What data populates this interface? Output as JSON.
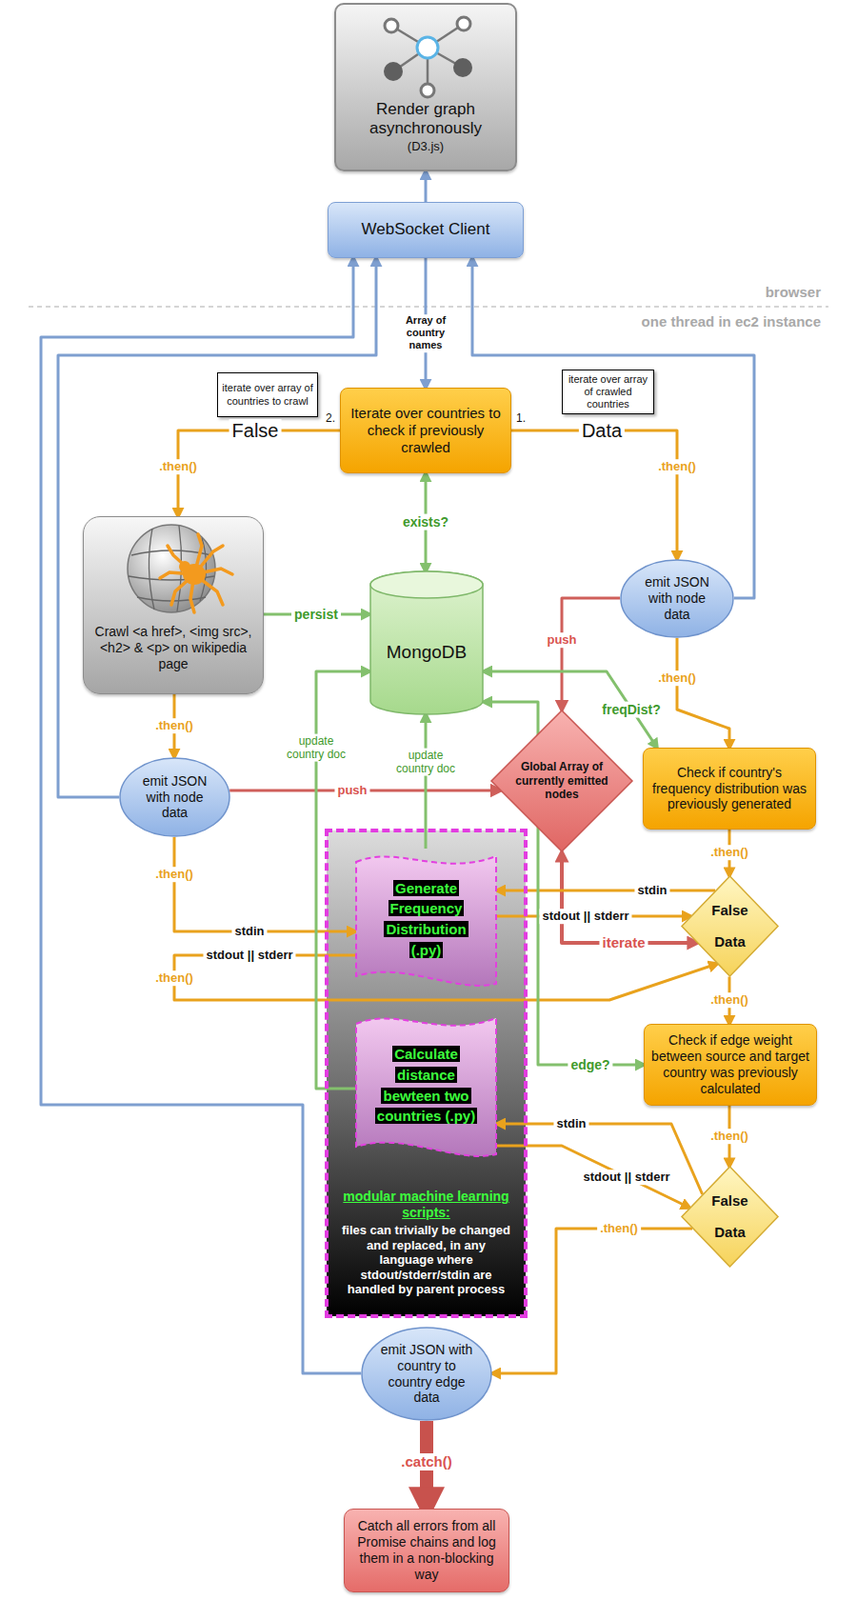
{
  "diagram": {
    "nodes": [
      {
        "text": [
          "Render graph asynchronously",
          "(D3.js)"
        ]
      },
      {
        "text": [
          "WebSocket Client"
        ]
      },
      {
        "text": [
          "Iterate over countries to check if previously crawled"
        ]
      },
      {
        "text": [
          "iterate over array of countries to crawl"
        ]
      },
      {
        "text": [
          "iterate over array of crawled countries"
        ]
      },
      {
        "text": [
          "Crawl <a href>, <img src>, <h2> & <p> on wikipedia page"
        ]
      },
      {
        "text": [
          "MongoDB"
        ]
      },
      {
        "text": [
          "emit JSON with node data"
        ]
      },
      {
        "text": [
          "emit JSON with node data"
        ]
      },
      {
        "text": [
          "Global Array of currently emitted nodes"
        ]
      },
      {
        "text": [
          "Check if country's frequency distribution was previously generated"
        ]
      },
      {
        "text": [
          "modular machine learning scripts:",
          "files can trivially be changed and replaced, in any language where stdout/stderr/stdin are handled by parent process"
        ]
      },
      {
        "text": [
          "Generate Frequency Distribution (.py)"
        ],
        "in": 11
      },
      {
        "text": [
          "Calculate distance bewteen two countries (.py)"
        ],
        "in": 11
      },
      {
        "text": [
          "False",
          "Data"
        ]
      },
      {
        "text": [
          "Check if edge weight between source and target country was previously calculated"
        ]
      },
      {
        "text": [
          "False",
          "Data"
        ]
      },
      {
        "text": [
          "emit JSON with country to country edge data"
        ]
      },
      {
        "text": [
          "Catch all errors from all Promise chains and log them in a non-blocking way"
        ]
      }
    ],
    "edges": [
      {
        "from": 1,
        "to": 0,
        "arrow": "to"
      },
      {
        "from": 1,
        "to": 2,
        "arrow": "to",
        "label": "Array of country names"
      },
      {
        "from": 2,
        "to": 5,
        "arrow": "to",
        "label": ".then()"
      },
      {
        "from": 2,
        "to": 7,
        "arrow": "to",
        "label": ".then()"
      },
      {
        "from": 2,
        "to": 6,
        "arrow": "both",
        "label": "exists?"
      },
      {
        "from": 5,
        "to": 6,
        "arrow": "to",
        "label": "persist"
      },
      {
        "from": 5,
        "to": 8,
        "arrow": "to",
        "label": ".then()"
      },
      {
        "from": 8,
        "to": 1,
        "arrow": "to"
      },
      {
        "from": 7,
        "to": 1,
        "arrow": "to"
      },
      {
        "from": 17,
        "to": 1,
        "arrow": "to"
      },
      {
        "from": 8,
        "to": 9,
        "arrow": "to",
        "label": "push"
      },
      {
        "from": 7,
        "to": 9,
        "arrow": "to",
        "label": "push"
      },
      {
        "from": 9,
        "to": 14,
        "arrow": "both",
        "label": "iterate"
      },
      {
        "from": 7,
        "to": 10,
        "arrow": "to",
        "label": ".then()"
      },
      {
        "from": 10,
        "to": 6,
        "arrow": "both",
        "label": "freqDist?"
      },
      {
        "from": 10,
        "to": 14,
        "arrow": "to",
        "label": ".then()"
      },
      {
        "from": 14,
        "to": 12,
        "arrow": "to",
        "label": "stdin"
      },
      {
        "from": 12,
        "to": 14,
        "arrow": "to",
        "label": "stdout || stderr"
      },
      {
        "from": 8,
        "to": 12,
        "arrow": "to",
        "label": "stdin"
      },
      {
        "from": 12,
        "to": 14,
        "arrow": "to",
        "label": "stdout || stderr"
      },
      {
        "from": 12,
        "to": 6,
        "arrow": "to",
        "label": "update country doc"
      },
      {
        "from": 13,
        "to": 6,
        "arrow": "to",
        "label": "update country doc"
      },
      {
        "from": 14,
        "to": 15,
        "arrow": "to",
        "label": ".then()"
      },
      {
        "from": 15,
        "to": 6,
        "arrow": "both",
        "label": "edge?"
      },
      {
        "from": 16,
        "to": 13,
        "arrow": "to",
        "label": "stdin"
      },
      {
        "from": 13,
        "to": 16,
        "arrow": "to",
        "label": "stdout || stderr"
      },
      {
        "from": 15,
        "to": 16,
        "arrow": "to",
        "label": ".then()"
      },
      {
        "from": 16,
        "to": 17,
        "arrow": "to",
        "label": ".then()"
      },
      {
        "from": 17,
        "to": 18,
        "arrow": "to",
        "label": ".catch()"
      }
    ],
    "labels": [
      "browser",
      "one thread in ec2 instance",
      "2.",
      "1.",
      "False",
      "Data",
      ".then()",
      ".then()"
    ]
  }
}
